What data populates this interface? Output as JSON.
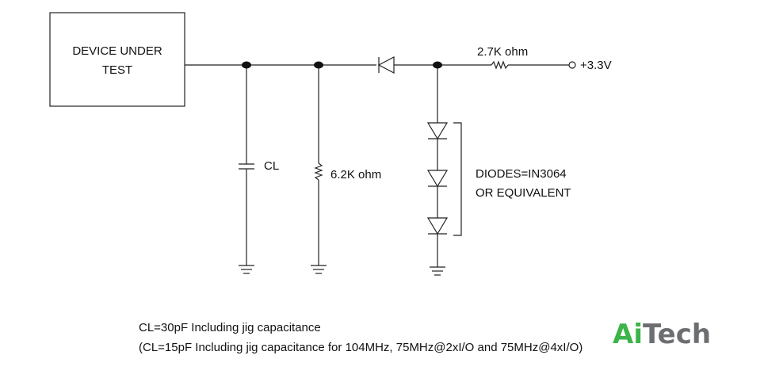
{
  "dut": {
    "line1": "DEVICE UNDER",
    "line2": "TEST"
  },
  "labels": {
    "cl": "CL",
    "r_pulldown": "6.2K ohm",
    "r_pullup": "2.7K ohm",
    "supply": "+3.3V",
    "diodes_line1": "DIODES=IN3064",
    "diodes_line2": "OR EQUIVALENT"
  },
  "notes": {
    "line1": "CL=30pF Including jig capacitance",
    "line2": "(CL=15pF Including jig capacitance for 104MHz, 75MHz@2xI/O and 75MHz@4xI/O)"
  },
  "logo": {
    "part1": "Ai",
    "part2": "Tech"
  },
  "colors": {
    "wire": "#222222",
    "logo_green": "#3cb44a",
    "logo_gray": "#6d6e71"
  }
}
